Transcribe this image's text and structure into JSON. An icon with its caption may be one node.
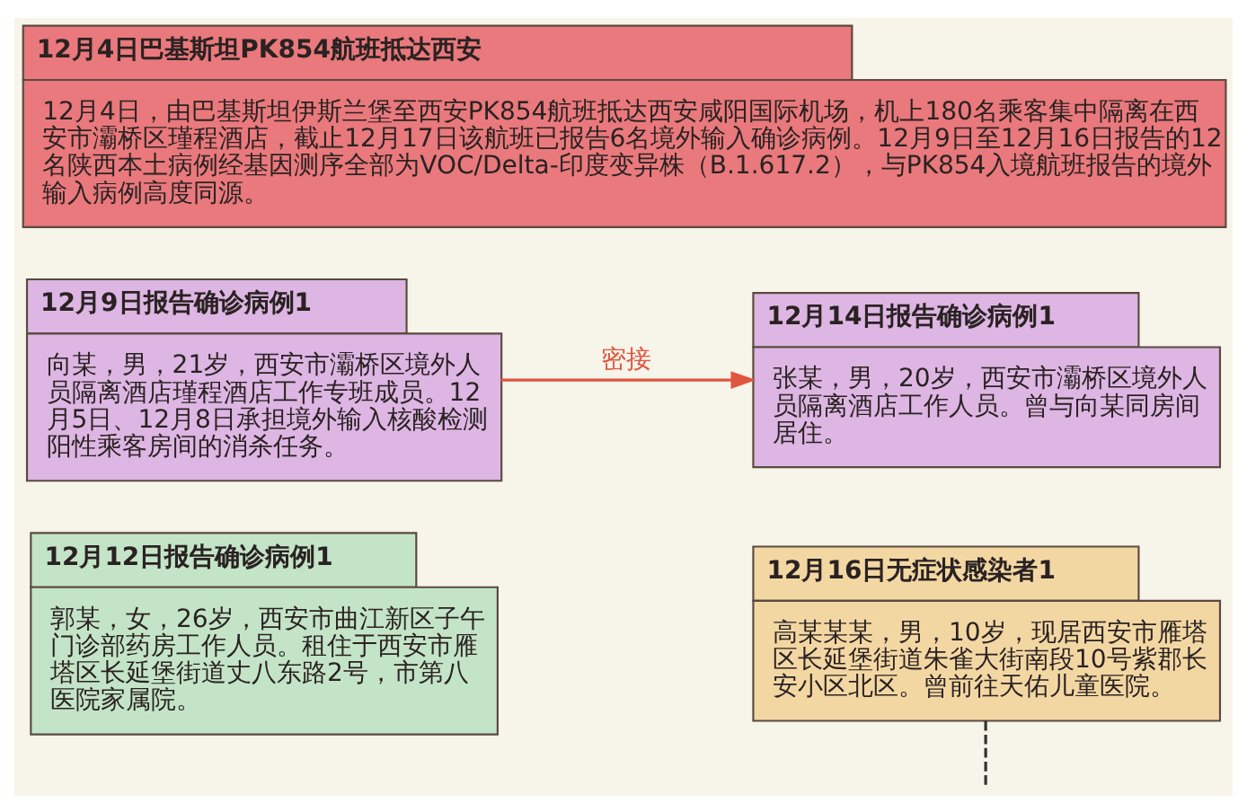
{
  "diagram": {
    "nodes": [
      {
        "text": [
          "12月4日巴基斯坦PK854航班抵达西安",
          "12月4日，由巴基斯坦伊斯兰堡至西安PK854航班抵达西安咸阳国际机场，机上180名乘客集中隔离在西安市灞桥区瑾程酒店，截止12月17日该航班已报告6名境外输入确诊病例。12月9日至12月16日报告的12名陕西本土病例经基因测序全部为VOC/Delta-印度变异株（B.1.617.2），与PK854入境航班报告的境外输入病例高度同源。"
        ]
      },
      {
        "text": [
          "12月9日报告确诊病例1",
          "向某，男，21岁，西安市灞桥区境外人员隔离酒店瑾程酒店工作专班成员。12月5日、12月8日承担境外输入核酸检测阳性乘客房间的消杀任务。"
        ]
      },
      {
        "text": [
          "12月14日报告确诊病例1",
          "张某，男，20岁，西安市灞桥区境外人员隔离酒店工作人员。曾与向某同房间居住。"
        ]
      },
      {
        "text": [
          "12月12日报告确诊病例1",
          "郭某，女，26岁，西安市曲江新区子午门诊部药房工作人员。租住于西安市雁塔区长延堡街道丈八东路2号，市第八医院家属院。"
        ]
      },
      {
        "text": [
          "12月16日无症状感染者1",
          "高某某某，男，10岁，现居西安市雁塔区长延堡街道朱雀大街南段10号紫郡长安小区北区。曾前往天佑儿童医院。"
        ]
      }
    ],
    "edges": [
      {
        "from": 1,
        "to": 2,
        "arrow": "to",
        "label": "密接",
        "color": "#e0553f"
      },
      {
        "from": 4,
        "to": null,
        "arrow": "none",
        "style": "dashed",
        "color": "#333333"
      }
    ]
  }
}
